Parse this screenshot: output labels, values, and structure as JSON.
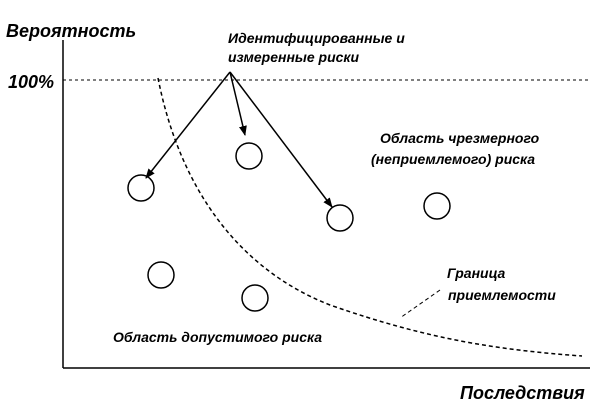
{
  "axes": {
    "y_label": "Вероятность",
    "x_label": "Последствия",
    "y_max_label": "100%"
  },
  "annotations": {
    "identified_risks_line1": "Идентифицированные и",
    "identified_risks_line2": "измеренные риски",
    "excessive_region_line1": "Область чрезмерного",
    "excessive_region_line2": "(неприемлемого) риска",
    "boundary_line1": "Граница",
    "boundary_line2": "приемлемости",
    "acceptable_region": "Область допустимого риска"
  },
  "risks": [
    {
      "id": "risk-1",
      "highlighted": true
    },
    {
      "id": "risk-2",
      "highlighted": true
    },
    {
      "id": "risk-3",
      "highlighted": true
    },
    {
      "id": "risk-4",
      "highlighted": false
    },
    {
      "id": "risk-5",
      "highlighted": false
    },
    {
      "id": "risk-6",
      "highlighted": false
    }
  ],
  "colors": {
    "ink": "#000000",
    "background": "#ffffff"
  }
}
